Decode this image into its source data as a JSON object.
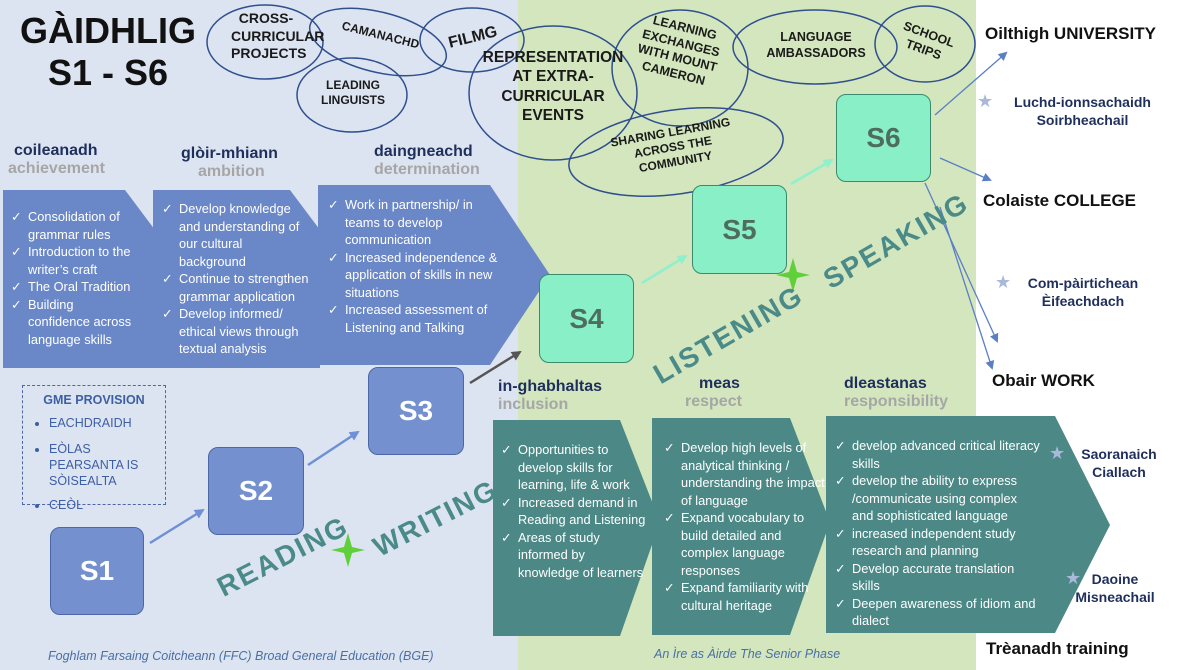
{
  "title": {
    "line1": "GÀIDHLIG",
    "line2": "S1 - S6"
  },
  "clouds": [
    {
      "key": "cross",
      "text": "CROSS-CURRICULAR PROJECTS"
    },
    {
      "key": "camanachd",
      "text": "CAMANACHD"
    },
    {
      "key": "filmg",
      "text": "FILMG"
    },
    {
      "key": "linguists",
      "text": "LEADING LINGUISTS"
    },
    {
      "key": "representation",
      "text": "REPRESENTATION AT EXTRA-CURRICULAR EVENTS"
    },
    {
      "key": "exchanges",
      "text": "LEARNING EXCHANGES WITH MOUNT CAMERON"
    },
    {
      "key": "ambassadors",
      "text": "LANGUAGE AMBASSADORS"
    },
    {
      "key": "trips",
      "text": "SCHOOL TRIPS"
    },
    {
      "key": "sharing",
      "text": "SHARING LEARNING ACROSS THE COMMUNITY"
    }
  ],
  "columns_bge": [
    {
      "ga": "coileanadh",
      "en": "achievement",
      "items": [
        "Consolidation of grammar rules",
        "Introduction  to the writer’s craft",
        "The Oral Tradition",
        "Building confidence across language skills"
      ]
    },
    {
      "ga": "glòir-mhiann",
      "en": "ambition",
      "items": [
        "Develop knowledge and understanding of our cultural background",
        "Continue to strengthen grammar application",
        "Develop informed/ ethical views through textual analysis"
      ]
    },
    {
      "ga": "daingneachd",
      "en": "determination",
      "items": [
        "Work in partnership/ in teams to develop communication",
        "Increased independence & application of skills in new situations",
        "Increased assessment of Listening and Talking"
      ]
    }
  ],
  "columns_senior": [
    {
      "ga": "in-ghabhaltas",
      "en": "inclusion",
      "items": [
        "Opportunities to develop skills for learning, life & work",
        "Increased demand in Reading and Listening",
        "Areas of study informed by knowledge of learners"
      ]
    },
    {
      "ga": "meas",
      "en": "respect",
      "items": [
        "Develop high levels of analytical thinking / understanding the impact of language",
        "Expand vocabulary to build detailed and complex  language responses",
        "Expand familiarity with cultural heritage"
      ]
    },
    {
      "ga": "dleastanas",
      "en": "responsibility",
      "items": [
        "develop advanced critical literacy skills",
        "develop the ability to express /communicate using complex and sophisticated language",
        "increased independent study research and planning",
        "Develop accurate translation skills",
        "Deepen awareness of idiom and dialect"
      ]
    }
  ],
  "stages": [
    "S1",
    "S2",
    "S3",
    "S4",
    "S5",
    "S6"
  ],
  "gme": {
    "title": "GME PROVISION",
    "items": [
      "EACHDRAIDH",
      "EÒLAS PEARSANTA IS SÒISEALTA",
      "CEÒL"
    ]
  },
  "diagonal_words": {
    "reading": "READING",
    "writing": "WRITING",
    "listening": "LISTENING",
    "speaking": "SPEAKING"
  },
  "destinations": [
    {
      "key": "university",
      "text": "Oilthigh  UNIVERSITY"
    },
    {
      "key": "college",
      "text": "Colaiste   COLLEGE"
    },
    {
      "key": "work",
      "text": "Obair   WORK"
    },
    {
      "key": "training",
      "text": "Trèanadh  training"
    }
  ],
  "capacities": [
    {
      "key": "lucht",
      "text": "Luchd-ionnsachaidh Soirbheachail"
    },
    {
      "key": "com",
      "text": "Com-pàirtichean Èifeachdach"
    },
    {
      "key": "saoranaich",
      "text": "Saoranaich Ciallach"
    },
    {
      "key": "daoine",
      "text": "Daoine Misneachail"
    }
  ],
  "footer": {
    "left": "Foghlam Farsaing Coitcheann (FFC)  Broad General Education (BGE)",
    "right": "An Ìre as Àirde  The Senior Phase"
  },
  "colors": {
    "bge_bg": "#dde4f1",
    "senior_bg": "#d3e6bd",
    "blue_box": "#6a87c8",
    "teal_box": "#4b8886",
    "green_stage": "#88efc6"
  }
}
